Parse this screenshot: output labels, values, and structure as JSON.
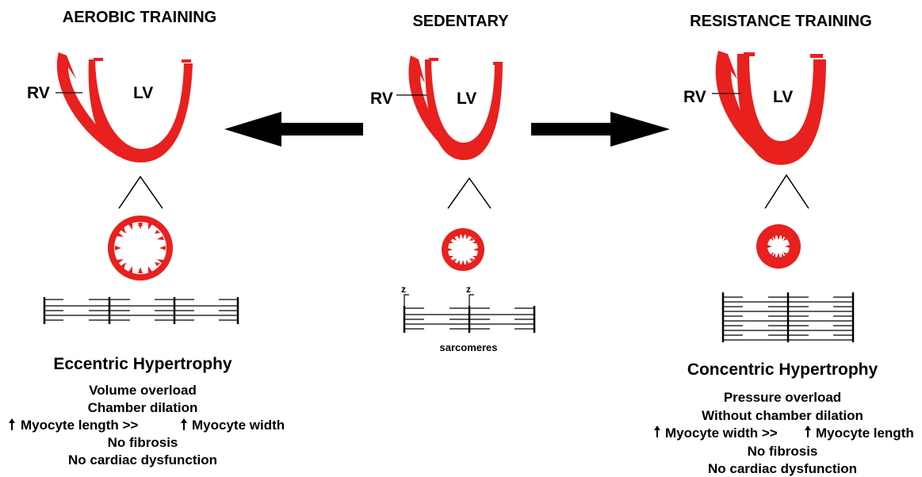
{
  "colors": {
    "muscle": "#e8201e",
    "ink": "#000000",
    "background": "#ffffff"
  },
  "sections": {
    "aerobic": {
      "title": "AEROBIC TRAINING",
      "rv_label": "RV",
      "lv_label": "LV",
      "hypertrophy": "Eccentric Hypertrophy",
      "lines": [
        "Volume overload",
        "Chamber dilation",
        "Myocyte length >>",
        "Myocyte width",
        "No fibrosis",
        "No cardiac dysfunction"
      ]
    },
    "sedentary": {
      "title": "SEDENTARY",
      "rv_label": "RV",
      "lv_label": "LV",
      "z_label": "z",
      "sarcomeres_label": "sarcomeres"
    },
    "resistance": {
      "title": "RESISTANCE TRAINING",
      "rv_label": "RV",
      "lv_label": "LV",
      "hypertrophy": "Concentric Hypertrophy",
      "lines": [
        "Pressure overload",
        "Without chamber dilation",
        "Myocyte width >>",
        "Myocyte length",
        "No fibrosis",
        "No cardiac dysfunction"
      ]
    }
  }
}
